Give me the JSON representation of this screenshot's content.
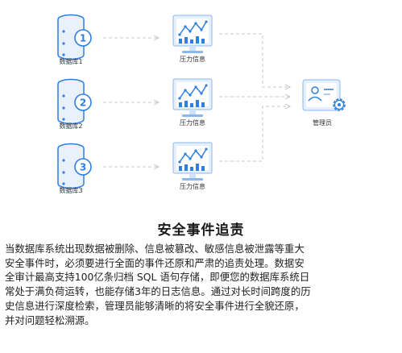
{
  "diagram": {
    "databases": [
      {
        "label": "数据库1",
        "badge": "1"
      },
      {
        "label": "数据库2",
        "badge": "2"
      },
      {
        "label": "数据库3",
        "badge": "3"
      }
    ],
    "pressure_label": "压力信息",
    "admin_label": "管理员",
    "colors": {
      "accent": "#2d7fe0",
      "icon_light": "#e6f0fc",
      "icon_mid": "#cfe2f8",
      "arrow": "#cccccc"
    }
  },
  "section": {
    "title": "安全事件追责",
    "lines": [
      "当数据库系统出现数据被删除、信息被篡改、敏感信息被泄露等重大",
      "安全事件时，必须要进行全面的事件还原和严肃的追责处理。数据安",
      "全审计最高支持100亿条归档 SQL 语句存储，即便您的数据库系统日",
      "常处于满负荷运转，也能存储3年的日志信息。通过对长时间跨度的历",
      "史信息进行深度检索，管理员能够清晰的将安全事件进行全貌还原，",
      "并对问题轻松溯源。"
    ]
  }
}
